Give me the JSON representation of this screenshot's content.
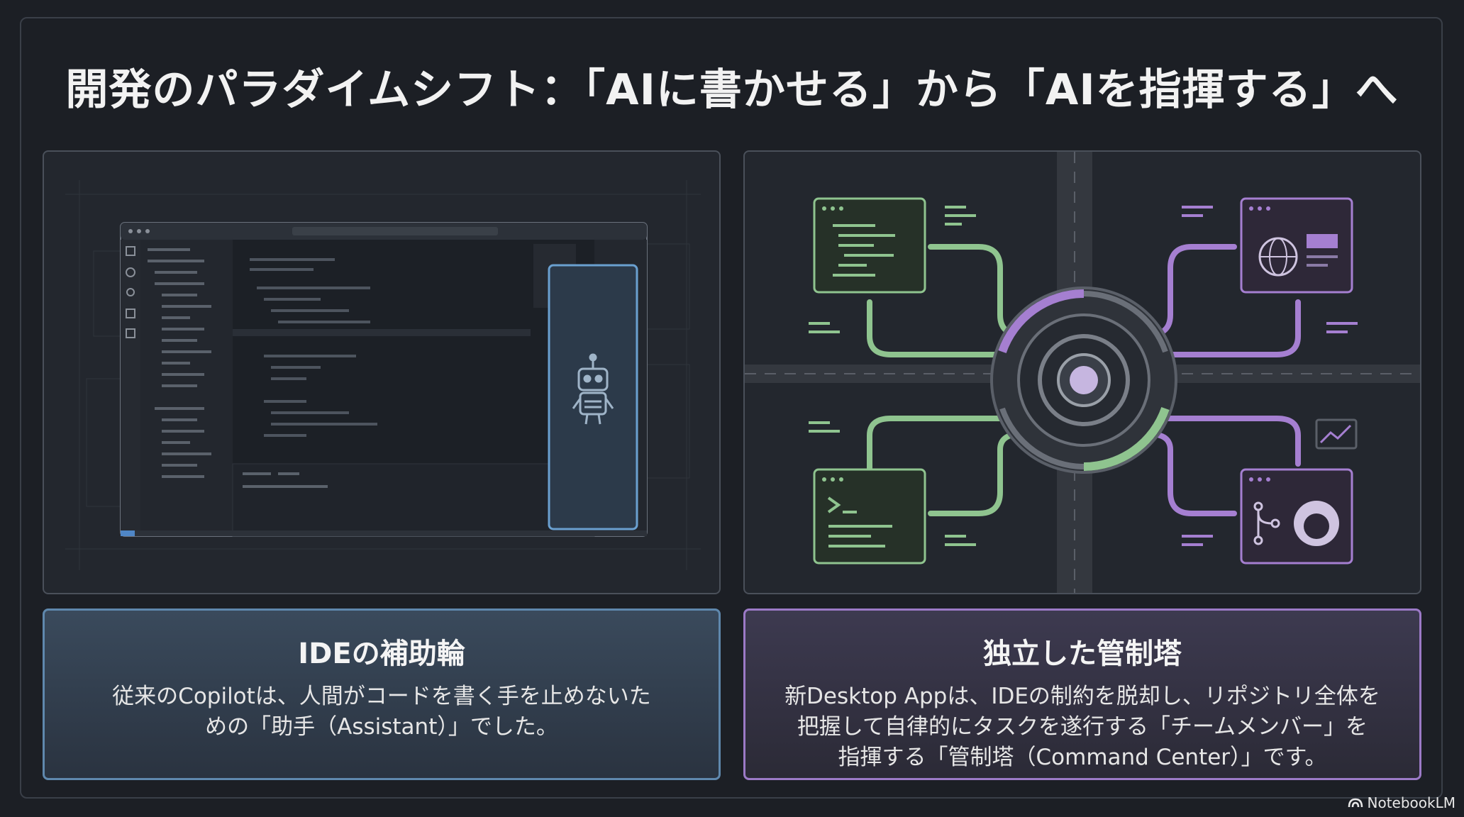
{
  "slide": {
    "title": "開発のパラダイムシフト：「AIに書かせる」から「AIを指揮する」へ"
  },
  "left_card": {
    "heading": "IDEの補助輪",
    "lines": [
      "従来のCopilotは、人間がコードを書く手を止めないた",
      "めの「助手（Assistant）」でした。"
    ]
  },
  "right_card": {
    "heading": "独立した管制塔",
    "lines": [
      "新Desktop Appは、IDEの制約を脱却し、リポジトリ全体を",
      "把握して自律的にタスクを遂行する「チームメンバー」を",
      "指揮する「管制塔（Command Center）」です。"
    ]
  },
  "branding": {
    "label": "NotebookLM"
  },
  "colors": {
    "background": "#1c1f25",
    "left_accent": "#5f88ad",
    "right_accent": "#9c7ac7",
    "green_accent": "#8fc48f",
    "purple_accent": "#a57fd1"
  },
  "icons": {
    "left_illustration": [
      "code-editor-window",
      "robot-icon"
    ],
    "right_illustration": [
      "command-hub-icon",
      "terminal-icon",
      "code-window-icon",
      "globe-icon",
      "github-icon",
      "chart-icon"
    ],
    "brand": "notebooklm-logo-icon"
  }
}
